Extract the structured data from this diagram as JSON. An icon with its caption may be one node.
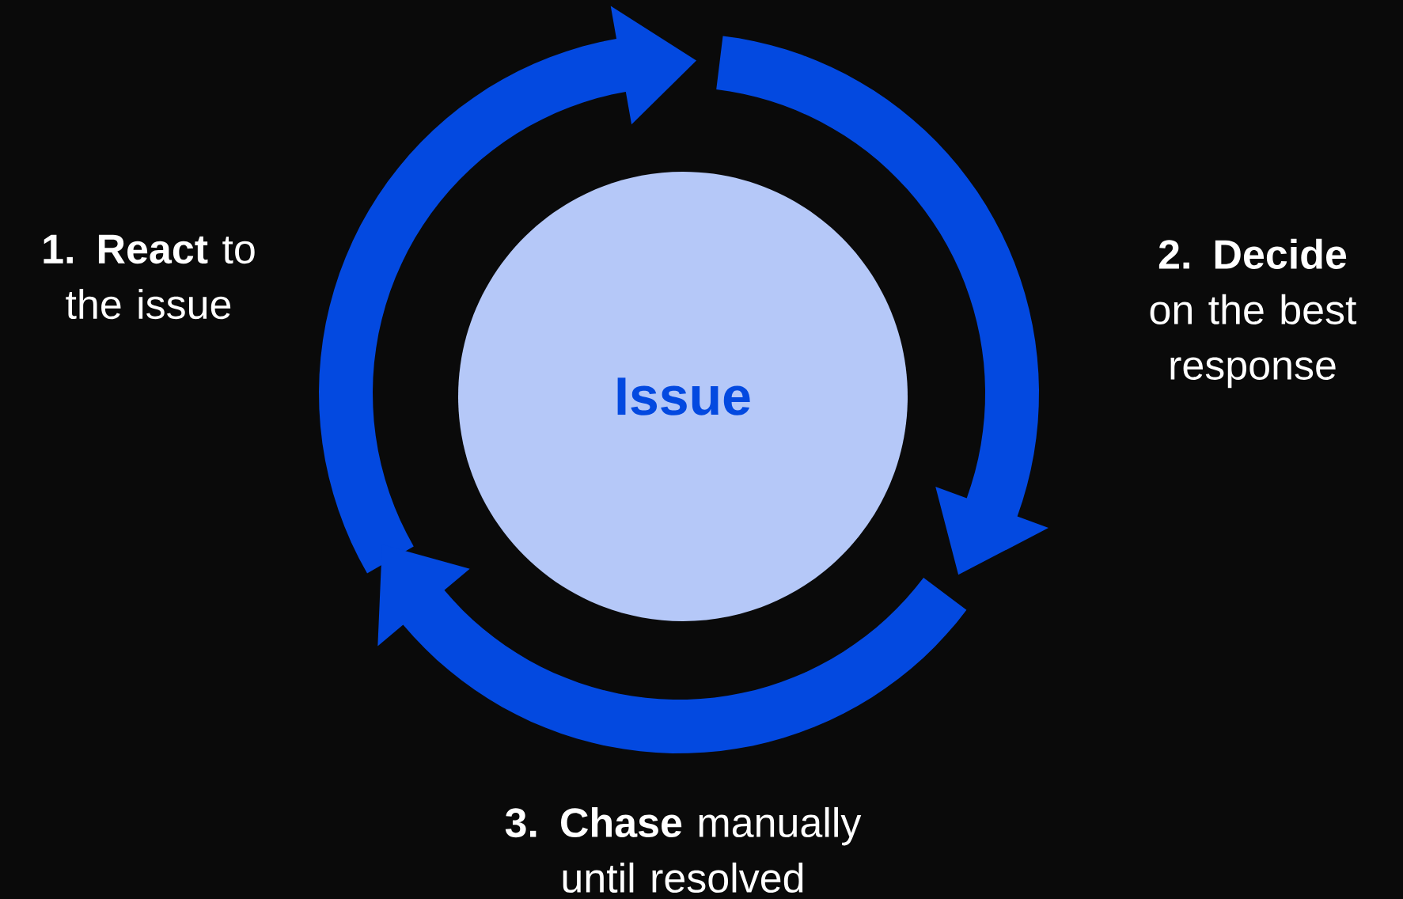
{
  "diagram": {
    "nodes": [
      {
        "text": [
          "Issue"
        ]
      }
    ],
    "labels": [
      "**1. React** to the issue",
      "**2. Decide** on the best response",
      "**3. Chase** manually until resolved"
    ]
  }
}
